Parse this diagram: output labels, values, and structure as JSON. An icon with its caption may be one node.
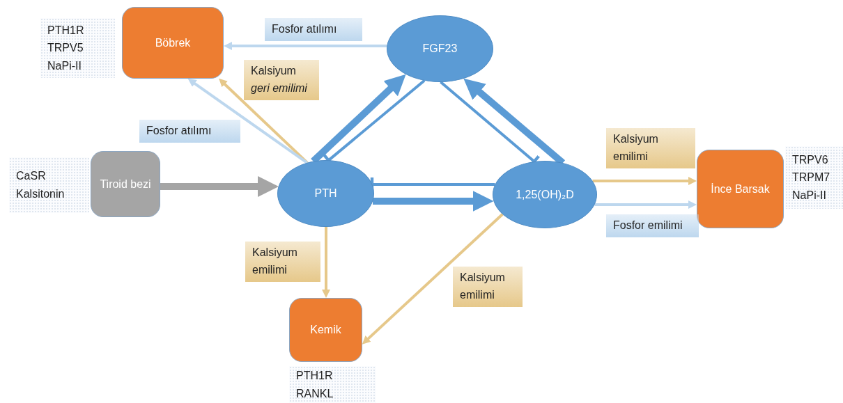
{
  "diagram": {
    "nodes": [
      {
        "text": [
          "Böbrek"
        ],
        "beside": [
          "PTH1R",
          "TRPV5",
          "NaPi-II"
        ]
      },
      {
        "text": [
          "FGF23"
        ]
      },
      {
        "text": [
          "Tiroid bezi"
        ],
        "beside": [
          "CaSR",
          "Kalsitonin"
        ]
      },
      {
        "text": [
          "PTH"
        ]
      },
      {
        "text": [
          "1,25(OH)₂D"
        ]
      },
      {
        "text": [
          "İnce Barsak"
        ],
        "beside": [
          "TRPV6",
          "TRPM7",
          "NaPi-II"
        ]
      },
      {
        "text": [
          "Kemik"
        ],
        "beside": [
          "PTH1R",
          "RANKL"
        ]
      }
    ],
    "edges": [
      {
        "from": 1,
        "to": 0,
        "arrow": "to",
        "label": "Fosfor atılımı",
        "color": "#bdd7ee"
      },
      {
        "from": 3,
        "to": 0,
        "arrow": "to",
        "label": "Kalsiyum *geri emilimi*",
        "color": "#e6c88a"
      },
      {
        "from": 3,
        "to": 0,
        "arrow": "to",
        "label": "Fosfor atılımı",
        "color": "#bdd7ee"
      },
      {
        "from": 2,
        "to": 3,
        "arrow": "to",
        "style": "thick",
        "color": "#a5a5a5"
      },
      {
        "from": 3,
        "to": 1,
        "arrow": "to",
        "style": "thick"
      },
      {
        "from": 1,
        "to": 3,
        "arrow": "other"
      },
      {
        "from": 4,
        "to": 1,
        "arrow": "to",
        "style": "thick"
      },
      {
        "from": 1,
        "to": 4,
        "arrow": "other"
      },
      {
        "from": 4,
        "to": 3,
        "arrow": "other"
      },
      {
        "from": 3,
        "to": 4,
        "arrow": "to",
        "style": "thick"
      },
      {
        "from": 4,
        "to": 5,
        "arrow": "to",
        "label": "Kalsiyum emilimi",
        "color": "#e6c88a"
      },
      {
        "from": 4,
        "to": 5,
        "arrow": "to",
        "label": "Fosfor emilimi",
        "color": "#bdd7ee"
      },
      {
        "from": 3,
        "to": 6,
        "arrow": "to",
        "label": "Kalsiyum emilimi",
        "color": "#e6c88a"
      },
      {
        "from": 4,
        "to": 6,
        "arrow": "to",
        "label": "Kalsiyum emilimi",
        "color": "#e6c88a"
      }
    ]
  }
}
